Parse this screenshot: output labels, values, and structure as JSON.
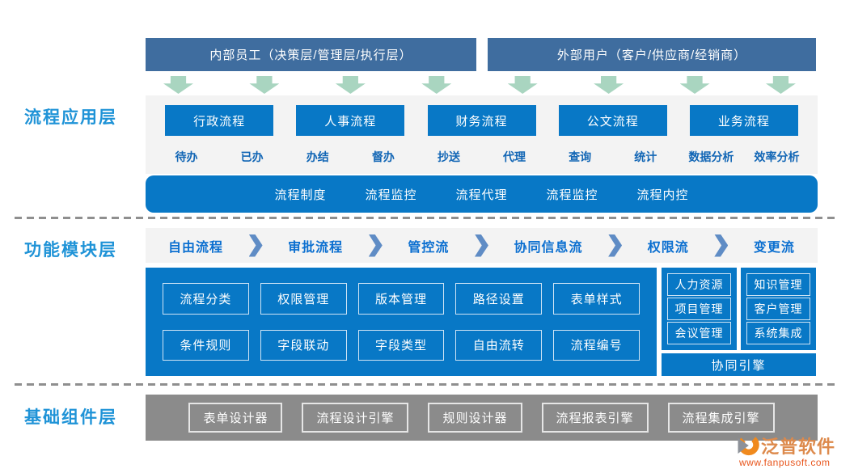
{
  "header_bars": {
    "internal": "内部员工（决策层/管理层/执行层）",
    "external": "外部用户（客户/供应商/经销商）"
  },
  "layer_labels": {
    "app": "流程应用层",
    "module": "功能模块层",
    "base": "基础组件层"
  },
  "process_groups": [
    {
      "button": "行政流程",
      "sub1": "待办",
      "sub2": "已办"
    },
    {
      "button": "人事流程",
      "sub1": "办结",
      "sub2": "督办"
    },
    {
      "button": "财务流程",
      "sub1": "抄送",
      "sub2": "代理"
    },
    {
      "button": "公文流程",
      "sub1": "查询",
      "sub2": "统计"
    },
    {
      "button": "业务流程",
      "sub1": "数据分析",
      "sub2": "效率分析"
    }
  ],
  "process_bar": [
    "流程制度",
    "流程监控",
    "流程代理",
    "流程监控",
    "流程内控"
  ],
  "flow_steps": [
    "自由流程",
    "审批流程",
    "管控流",
    "协同信息流",
    "权限流",
    "变更流"
  ],
  "module_boxes_row1": [
    "流程分类",
    "权限管理",
    "版本管理",
    "路径设置",
    "表单样式"
  ],
  "module_boxes_row2": [
    "条件规则",
    "字段联动",
    "字段类型",
    "自由流转",
    "流程编号"
  ],
  "side_col1": [
    "人力资源",
    "项目管理",
    "会议管理"
  ],
  "side_col2": [
    "知识管理",
    "客户管理",
    "系统集成"
  ],
  "engine_bar": "协同引擎",
  "base_components": [
    "表单设计器",
    "流程设计引擎",
    "规则设计器",
    "流程报表引擎",
    "流程集成引擎"
  ],
  "logo": {
    "brand": "泛普软件",
    "url": "www.fanpusoft.com"
  },
  "colors": {
    "bright_blue": "#0878c6",
    "steel_blue": "#3f6d9f",
    "arrow_green": "#a9d5c0",
    "base_gray": "#8b8b8b",
    "layer_label_blue": "#1f93d7",
    "logo_orange": "#dd8a4c"
  }
}
